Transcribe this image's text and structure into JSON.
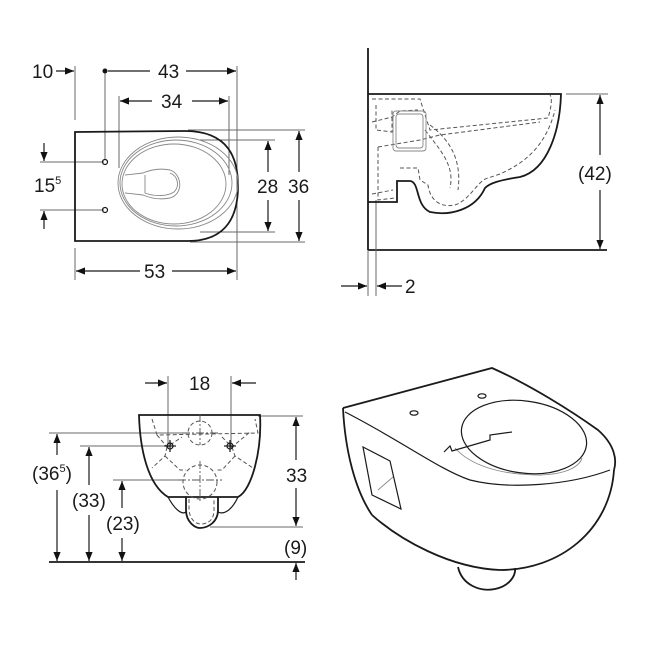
{
  "drawing": {
    "units": "cm",
    "top_view": {
      "dims": {
        "offset_10": "10",
        "width_43": "43",
        "bowl_34": "34",
        "total_53": "53",
        "hole_spacing_base": "15",
        "hole_spacing_sup": "5",
        "bowl_width_28": "28",
        "total_width_36": "36"
      }
    },
    "side_view": {
      "dims": {
        "height_42": "(42)",
        "wall_gap_2": "2"
      }
    },
    "front_view": {
      "dims": {
        "bolt_spacing_18": "18",
        "height_33": "33",
        "clearance_9": "(9)",
        "h_365_open": "(36",
        "h_365_sup": "5",
        "h_365_close": ")",
        "h_33": "(33)",
        "h_23": "(23)"
      }
    },
    "perspective_view": {
      "label": ""
    }
  }
}
